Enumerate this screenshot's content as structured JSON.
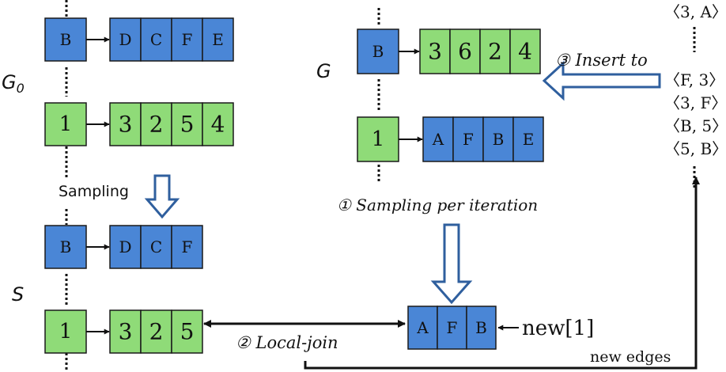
{
  "colors": {
    "blue": "#4a86d6",
    "green": "#8fdb78",
    "arrow_outline": "#2f5f9e",
    "border": "#1a1a1a"
  },
  "graph_labels": {
    "g0": "G",
    "g0_sub": "0",
    "s": "S",
    "g": "G"
  },
  "g0_lists": [
    {
      "head": "B",
      "color": "blue",
      "items": [
        "D",
        "C",
        "F",
        "E"
      ]
    },
    {
      "head": "1",
      "color": "green",
      "items": [
        "3",
        "2",
        "5",
        "4"
      ]
    }
  ],
  "s_lists": [
    {
      "head": "B",
      "color": "blue",
      "items": [
        "D",
        "C",
        "F"
      ]
    },
    {
      "head": "1",
      "color": "green",
      "items": [
        "3",
        "2",
        "5"
      ]
    }
  ],
  "g_lists": [
    {
      "head": "B",
      "color": "blue",
      "items": [
        "3",
        "6",
        "2",
        "4"
      ]
    },
    {
      "head": "1",
      "color": "green",
      "items": [
        "A",
        "F",
        "B",
        "E"
      ]
    }
  ],
  "new_list": {
    "items": [
      "A",
      "F",
      "B"
    ],
    "label": "new[1]"
  },
  "edge_pairs": {
    "top": "〈3, A〉",
    "items": [
      "〈F, 3〉",
      "〈3, F〉",
      "〈B, 5〉",
      "〈5, B〉"
    ]
  },
  "labels": {
    "sampling": "Sampling",
    "step1": "① Sampling per iteration",
    "step2": "② Local-join",
    "step3": "③ Insert to",
    "new_edges": "new edges"
  }
}
